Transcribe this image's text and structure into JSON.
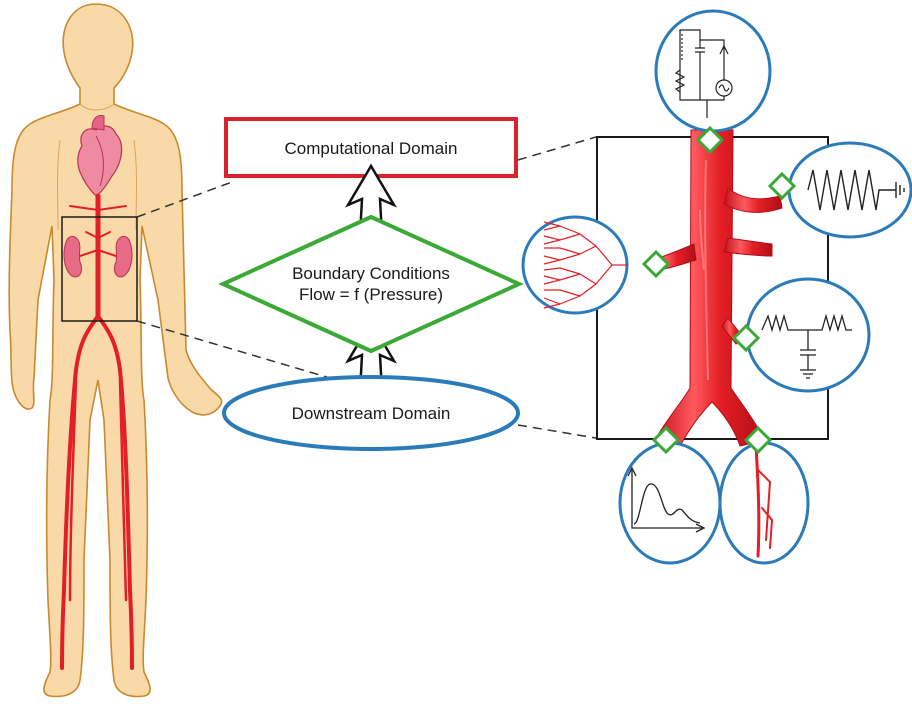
{
  "diagram": {
    "computational_domain": {
      "label": "Computational Domain",
      "color": "#d8232a"
    },
    "boundary_conditions": {
      "line1": "Boundary Conditions",
      "line2": "Flow = f (Pressure)",
      "color": "#3aa935"
    },
    "downstream_domain": {
      "label": "Downstream Domain",
      "color": "#2b7bb9"
    },
    "colors": {
      "skin": "#f9d9a8",
      "skin_outline": "#c8892f",
      "vessel": "#e31e24",
      "organ": "#e76a86",
      "bubble": "#2b7bb9"
    }
  }
}
